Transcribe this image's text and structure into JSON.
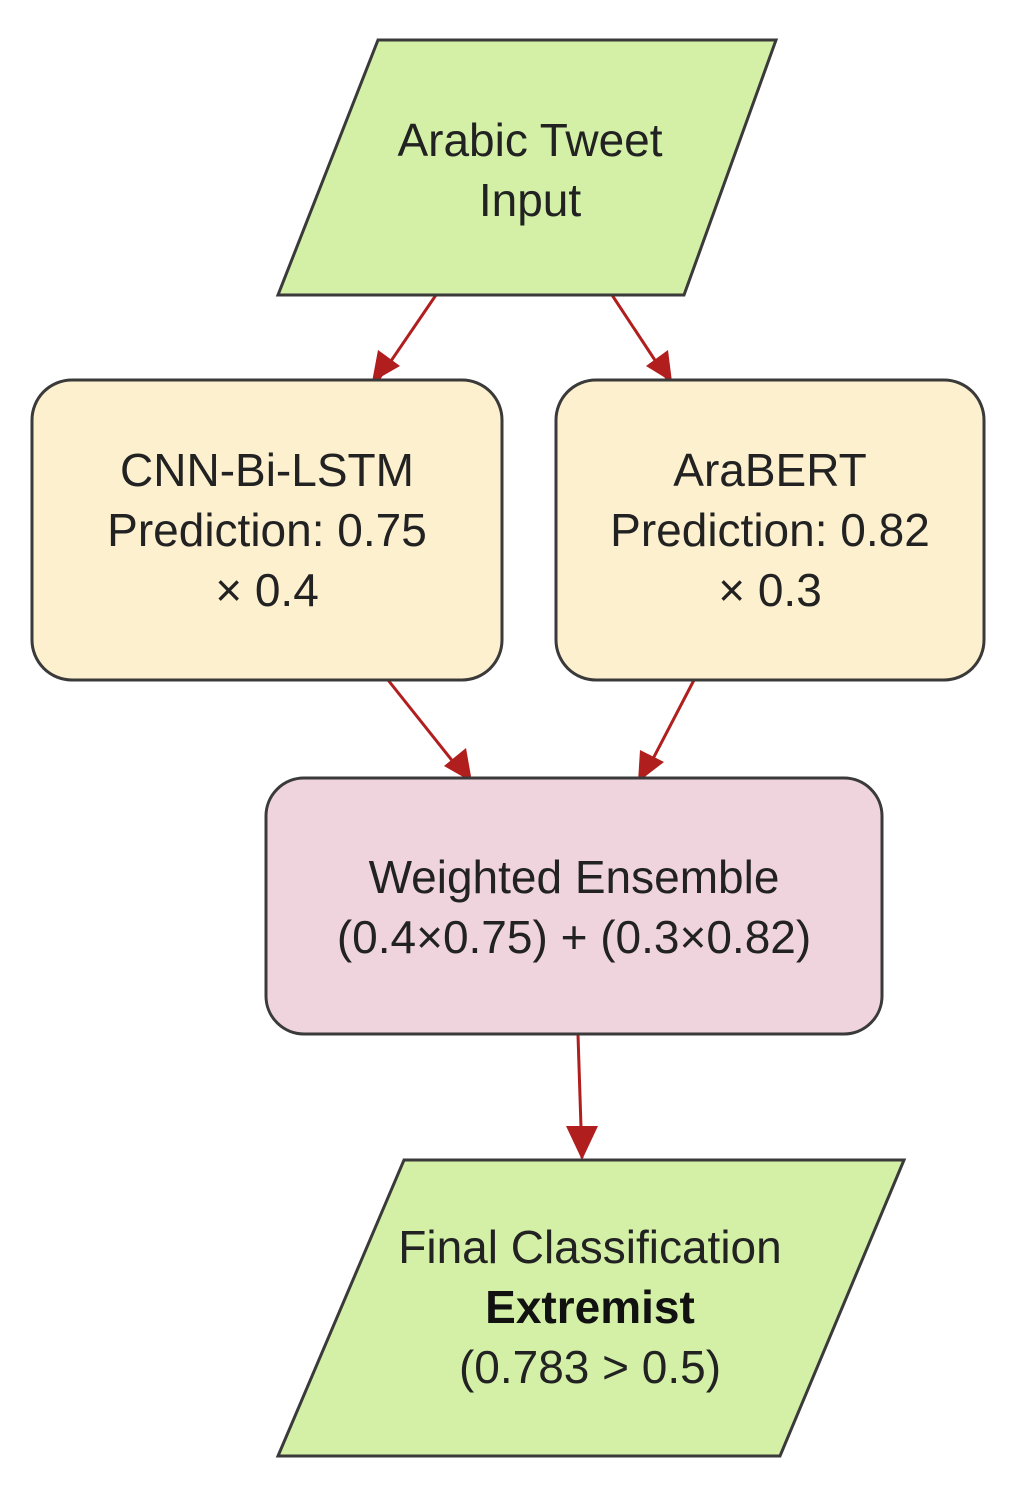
{
  "colors": {
    "io_fill": "#d3f0a6",
    "model_fill": "#fdf0cf",
    "ensemble_fill": "#efd4de",
    "stroke": "#3a3a3a",
    "arrow": "#b01e1e"
  },
  "nodes": {
    "input": {
      "shape": "parallelogram",
      "lines": [
        "Arabic Tweet",
        "Input"
      ]
    },
    "cnn": {
      "shape": "rounded-rectangle",
      "lines": [
        "CNN-Bi-LSTM",
        "Prediction: 0.75",
        "× 0.4"
      ]
    },
    "arabert": {
      "shape": "rounded-rectangle",
      "lines": [
        "AraBERT",
        "Prediction: 0.82",
        "× 0.3"
      ]
    },
    "ensemble": {
      "shape": "rounded-rectangle",
      "lines": [
        "Weighted Ensemble",
        "(0.4×0.75) + (0.3×0.82)"
      ]
    },
    "final": {
      "shape": "parallelogram",
      "lines": [
        "Final Classification",
        "Extremist",
        "(0.783 > 0.5)"
      ]
    }
  },
  "edges": [
    {
      "from": "input",
      "to": "cnn"
    },
    {
      "from": "input",
      "to": "arabert"
    },
    {
      "from": "cnn",
      "to": "ensemble"
    },
    {
      "from": "arabert",
      "to": "ensemble"
    },
    {
      "from": "ensemble",
      "to": "final"
    }
  ]
}
